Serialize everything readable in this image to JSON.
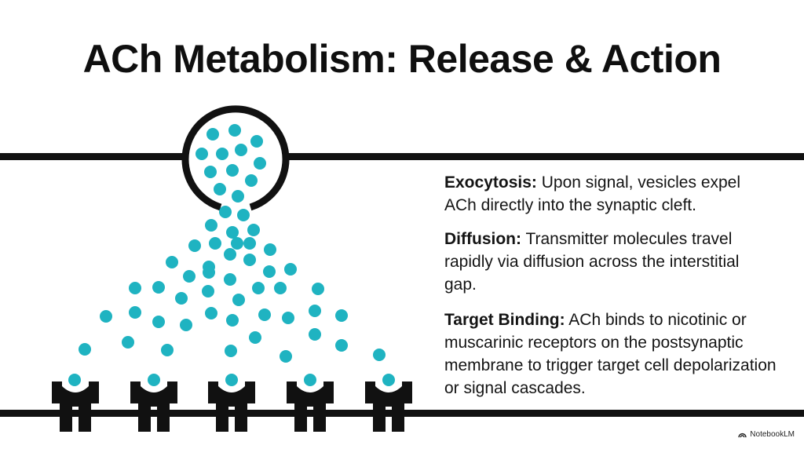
{
  "title": "ACh Metabolism: Release & Action",
  "colors": {
    "molecule": "#1fb3c1",
    "ink": "#111111",
    "background": "#ffffff"
  },
  "steps": [
    {
      "term": "Exocytosis:",
      "text": " Upon signal, vesicles expel ACh directly into the synaptic cleft."
    },
    {
      "term": "Diffusion:",
      "text": " Transmitter molecules travel rapidly via diffusion across the interstitial gap."
    },
    {
      "term": "Target Binding:",
      "text": " ACh binds to nicotinic or muscarinic receptors on the postsynaptic membrane to trigger target cell depolarization or signal cascades."
    }
  ],
  "receptor_count": 5,
  "brand": {
    "label": "NotebookLM",
    "icon": "notebooklm-logo-icon"
  }
}
